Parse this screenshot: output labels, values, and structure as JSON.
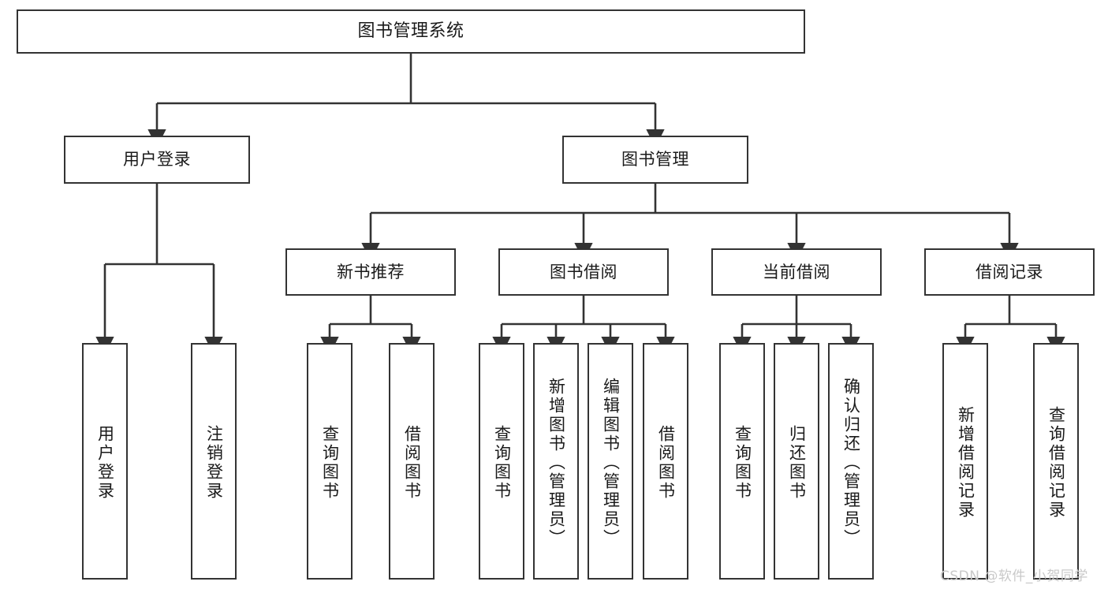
{
  "diagram": {
    "type": "tree-hierarchy",
    "title": "图书管理系统",
    "orientation": "top-down",
    "colors": {
      "box_border": "#333333",
      "box_fill": "#ffffff",
      "connector": "#333333",
      "text": "#1a1a1a",
      "watermark": "#c9c9c9",
      "background": "#ffffff"
    },
    "levels": 4
  },
  "root": {
    "label": "图书管理系统"
  },
  "level2": [
    {
      "id": "user-login",
      "label": "用户登录"
    },
    {
      "id": "book-manage",
      "label": "图书管理"
    }
  ],
  "level3": [
    {
      "id": "new-book-recommend",
      "label": "新书推荐",
      "parent": "book-manage"
    },
    {
      "id": "book-borrow",
      "label": "图书借阅",
      "parent": "book-manage"
    },
    {
      "id": "current-borrow",
      "label": "当前借阅",
      "parent": "book-manage"
    },
    {
      "id": "borrow-record",
      "label": "借阅记录",
      "parent": "book-manage"
    }
  ],
  "leaves": {
    "user_login": [
      {
        "id": "leaf-user-login",
        "label": "用户登录"
      },
      {
        "id": "leaf-logout",
        "label": "注销登录"
      }
    ],
    "new_book_recommend": [
      {
        "id": "leaf-query-book-1",
        "label": "查询图书"
      },
      {
        "id": "leaf-borrow-book-1",
        "label": "借阅图书"
      }
    ],
    "book_borrow": [
      {
        "id": "leaf-query-book-2",
        "label": "查询图书"
      },
      {
        "id": "leaf-add-book",
        "label": "新增图书（管理员）"
      },
      {
        "id": "leaf-edit-book",
        "label": "编辑图书（管理员）"
      },
      {
        "id": "leaf-borrow-book-2",
        "label": "借阅图书"
      }
    ],
    "current_borrow": [
      {
        "id": "leaf-query-book-3",
        "label": "查询图书"
      },
      {
        "id": "leaf-return-book",
        "label": "归还图书"
      },
      {
        "id": "leaf-confirm-return",
        "label": "确认归还（管理员）"
      }
    ],
    "borrow_record": [
      {
        "id": "leaf-add-record",
        "label": "新增借阅记录"
      },
      {
        "id": "leaf-query-record",
        "label": "查询借阅记录"
      }
    ]
  },
  "watermark": {
    "text": "CSDN @软件_小贺同学"
  }
}
